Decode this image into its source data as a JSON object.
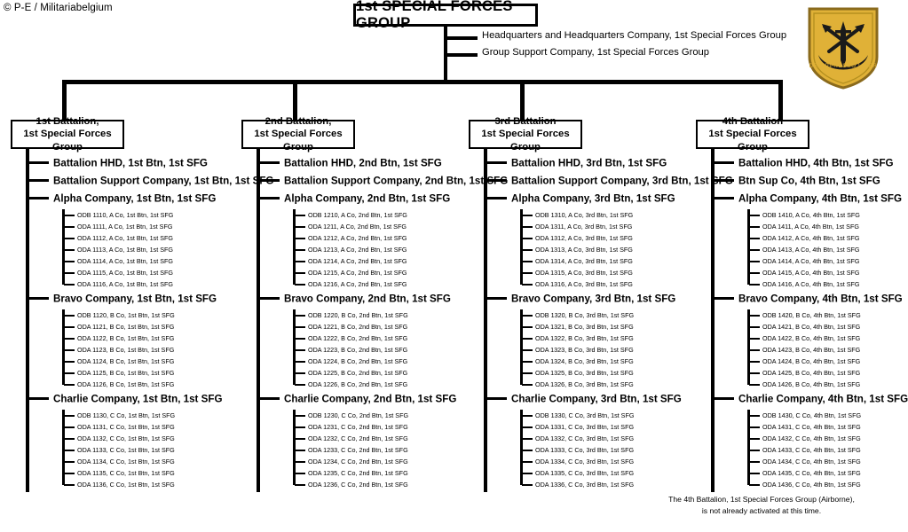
{
  "credit": "© P-E / Militariabelgium",
  "group": {
    "title": "1st SPECIAL FORCES GROUP",
    "direct_reports": [
      "Headquarters and Headquarters Company,  1st Special Forces Group",
      "Group Support Company,  1st Special Forces Group"
    ]
  },
  "crest": {
    "name": "special-forces-crest",
    "motto": "DE OPPRESSO LIBER",
    "shield_color": "#e0b137",
    "border_color": "#8a6a1c",
    "device_color": "#1a1a1a"
  },
  "footnote": [
    "The 4th Battalion, 1st Special Forces Group (Airborne),",
    "is not already activated at this time."
  ],
  "battalions": [
    {
      "box_line1": "1st Battalion,",
      "box_line2": "1st Special Forces Group",
      "units": [
        {
          "label": "Battalion HHD,  1st Btn, 1st SFG",
          "teams": []
        },
        {
          "label": "Battalion  Support Company, 1st Btn,  1st SFG",
          "teams": []
        },
        {
          "label": "Alpha Company, 1st Btn,  1st SFG",
          "teams": [
            "ODB 1110, A Co, 1st Btn,  1st SFG",
            "ODA 1111, A Co, 1st Btn,  1st SFG",
            "ODA 1112, A Co, 1st Btn,  1st SFG",
            "ODA 1113, A Co, 1st Btn,  1st SFG",
            "ODA 1114, A Co, 1st Btn,  1st SFG",
            "ODA 1115, A Co, 1st Btn,  1st SFG",
            "ODA 1116, A Co, 1st Btn,  1st SFG"
          ]
        },
        {
          "label": "Bravo Company, 1st Btn, 1st SFG",
          "teams": [
            "ODB 1120, B Co, 1st Btn,  1st SFG",
            "ODA 1121, B Co, 1st Btn,  1st SFG",
            "ODA 1122, B Co, 1st Btn,  1st SFG",
            "ODA 1123, B Co, 1st Btn,  1st SFG",
            "ODA 1124, B Co, 1st Btn,  1st SFG",
            "ODA 1125, B Co, 1st Btn,  1st SFG",
            "ODA 1126, B Co, 1st Btn,  1st SFG"
          ]
        },
        {
          "label": "Charlie Company, 1st Btn,  1st SFG",
          "teams": [
            "ODB 1130, C Co, 1st Btn,  1st SFG",
            "ODA 1131, C Co, 1st Btn,  1st SFG",
            "ODA 1132, C Co, 1st Btn,  1st SFG",
            "ODA 1133, C Co, 1st Btn,  1st SFG",
            "ODA 1134, C Co, 1st Btn,  1st SFG",
            "ODA 1135, C Co, 1st Btn,  1st SFG",
            "ODA 1136, C Co, 1st Btn,  1st SFG"
          ]
        }
      ]
    },
    {
      "box_line1": "2nd Battalion,",
      "box_line2": "1st Special Forces Group",
      "units": [
        {
          "label": "Battalion HHD,  2nd Btn, 1st SFG",
          "teams": []
        },
        {
          "label": "Battalion  Support Company, 2nd Btn,  1st SFG",
          "teams": []
        },
        {
          "label": "Alpha Company, 2nd Btn,  1st SFG",
          "teams": [
            "ODB 1210, A Co, 2nd Btn,  1st SFG",
            "ODA 1211, A Co, 2nd Btn,  1st SFG",
            "ODA 1212, A Co, 2nd Btn,  1st SFG",
            "ODA 1213, A Co, 2nd Btn,  1st SFG",
            "ODA 1214, A Co, 2nd Btn,  1st SFG",
            "ODA 1215, A Co, 2nd Btn,  1st SFG",
            "ODA 1216, A Co, 2nd Btn,  1st SFG"
          ]
        },
        {
          "label": "Bravo Company, 2nd Btn,  1st SFG",
          "teams": [
            "ODB 1220, B Co, 2nd Btn,  1st SFG",
            "ODA 1221, B Co, 2nd Btn,  1st SFG",
            "ODA 1222, B Co, 2nd Btn,  1st SFG",
            "ODA 1223, B Co, 2nd Btn,  1st SFG",
            "ODA 1224, B Co, 2nd Btn,  1st SFG",
            "ODA 1225, B Co, 2nd Btn,  1st SFG",
            "ODA 1226, B Co, 2nd Btn,  1st SFG"
          ]
        },
        {
          "label": "Charlie Company, 2nd Btn, 1st SFG",
          "teams": [
            "ODB 1230, C Co, 2nd Btn,  1st SFG",
            "ODA 1231, C Co, 2nd Btn,  1st SFG",
            "ODA 1232, C Co, 2nd Btn,  1st SFG",
            "ODA 1233, C Co, 2nd Btn,  1st SFG",
            "ODA 1234, C Co, 2nd Btn,  1st SFG",
            "ODA 1235, C Co, 2nd Btn,  1st SFG",
            "ODA 1236, C Co, 2nd Btn,  1st SFG"
          ]
        }
      ]
    },
    {
      "box_line1": "3rd Battalion",
      "box_line2": "1st Special Forces Group",
      "units": [
        {
          "label": "Battalion HHD,  3rd Btn, 1st SFG",
          "teams": []
        },
        {
          "label": "Battalion  Support Company, 3rd Btn,  1st SFG",
          "teams": []
        },
        {
          "label": "Alpha Company, 3rd Btn,  1st SFG",
          "teams": [
            "ODB 1310, A Co, 3rd Btn,  1st SFG",
            "ODA 1311, A Co, 3rd Btn,  1st SFG",
            "ODA 1312, A Co, 3rd Btn,  1st SFG",
            "ODA 1313, A Co, 3rd Btn,  1st SFG",
            "ODA 1314, A Co, 3rd Btn,  1st SFG",
            "ODA 1315, A Co, 3rd Btn,  1st SFG",
            "ODA 1316, A Co, 3rd Btn,  1st SFG"
          ]
        },
        {
          "label": "Bravo Company, 3rd Btn, 1st SFG",
          "teams": [
            "ODB 1320, B Co, 3rd Btn,  1st SFG",
            "ODA 1321, B Co, 3rd Btn,  1st SFG",
            "ODA 1322, B Co, 3rd Btn,  1st SFG",
            "ODA 1323, B Co, 3rd Btn,  1st SFG",
            "ODA 1324, B Co, 3rd Btn,  1st SFG",
            "ODA 1325, B Co, 3rd Btn,  1st SFG",
            "ODA 1326, B Co, 3rd Btn,  1st SFG"
          ]
        },
        {
          "label": "Charlie Company, 3rd Btn,  1st SFG",
          "teams": [
            "ODB 1330, C Co, 3rd Btn,  1st SFG",
            "ODA 1331, C Co, 3rd Btn,  1st SFG",
            "ODA 1332, C Co, 3rd Btn,  1st SFG",
            "ODA 1333, C Co, 3rd Btn,  1st SFG",
            "ODA 1334, C Co, 3rd Btn,  1st SFG",
            "ODA 1335, C Co, 3rd Btn,  1st SFG",
            "ODA 1336, C Co, 3rd Btn,  1st SFG"
          ]
        }
      ]
    },
    {
      "box_line1": "4th Battalion",
      "box_line2": "1st Special Forces Group",
      "units": [
        {
          "label": "Battalion HHD, 4th Btn, 1st SFG",
          "teams": []
        },
        {
          "label": "Btn  Sup Co, 4th Btn,  1st SFG",
          "teams": []
        },
        {
          "label": "Alpha Company, 4th Btn,  1st SFG",
          "teams": [
            "ODB 1410, A Co, 4th Btn,  1st SFG",
            "ODA 1411, A Co, 4th Btn,  1st SFG",
            "ODA 1412, A Co, 4th Btn,  1st SFG",
            "ODA 1413, A Co, 4th Btn,  1st SFG",
            "ODA 1414, A Co, 4th Btn,  1st SFG",
            "ODA 1415, A Co, 4th Btn,  1st SFG",
            "ODA 1416, A Co, 4th Btn,  1st SFG"
          ]
        },
        {
          "label": "Bravo Company, 4th Btn,  1st SFG",
          "teams": [
            "ODB 1420, B Co, 4th Btn,  1st SFG",
            "ODA 1421, B Co, 4th Btn,  1st SFG",
            "ODA 1422, B Co, 4th Btn,  1st SFG",
            "ODA 1423, B Co, 4th Btn,  1st SFG",
            "ODA 1424, B Co, 4th Btn,  1st SFG",
            "ODA 1425, B Co, 4th Btn,  1st SFG",
            "ODA 1426, B Co, 4th Btn,  1st SFG"
          ]
        },
        {
          "label": "Charlie Company, 4th Btn,  1st SFG",
          "teams": [
            "ODB 1430, C Co, 4th Btn,  1st SFG",
            "ODA 1431, C Co, 4th Btn,  1st SFG",
            "ODA 1432, C Co, 4th Btn,  1st SFG",
            "ODA 1433, C Co, 4th Btn,  1st SFG",
            "ODA 1434, C Co, 4th Btn,  1st SFG",
            "ODA 1435, C Co, 4th Btn,  1st SFG",
            "ODA 1436, C Co, 4th Btn,  1st SFG"
          ]
        }
      ]
    }
  ]
}
